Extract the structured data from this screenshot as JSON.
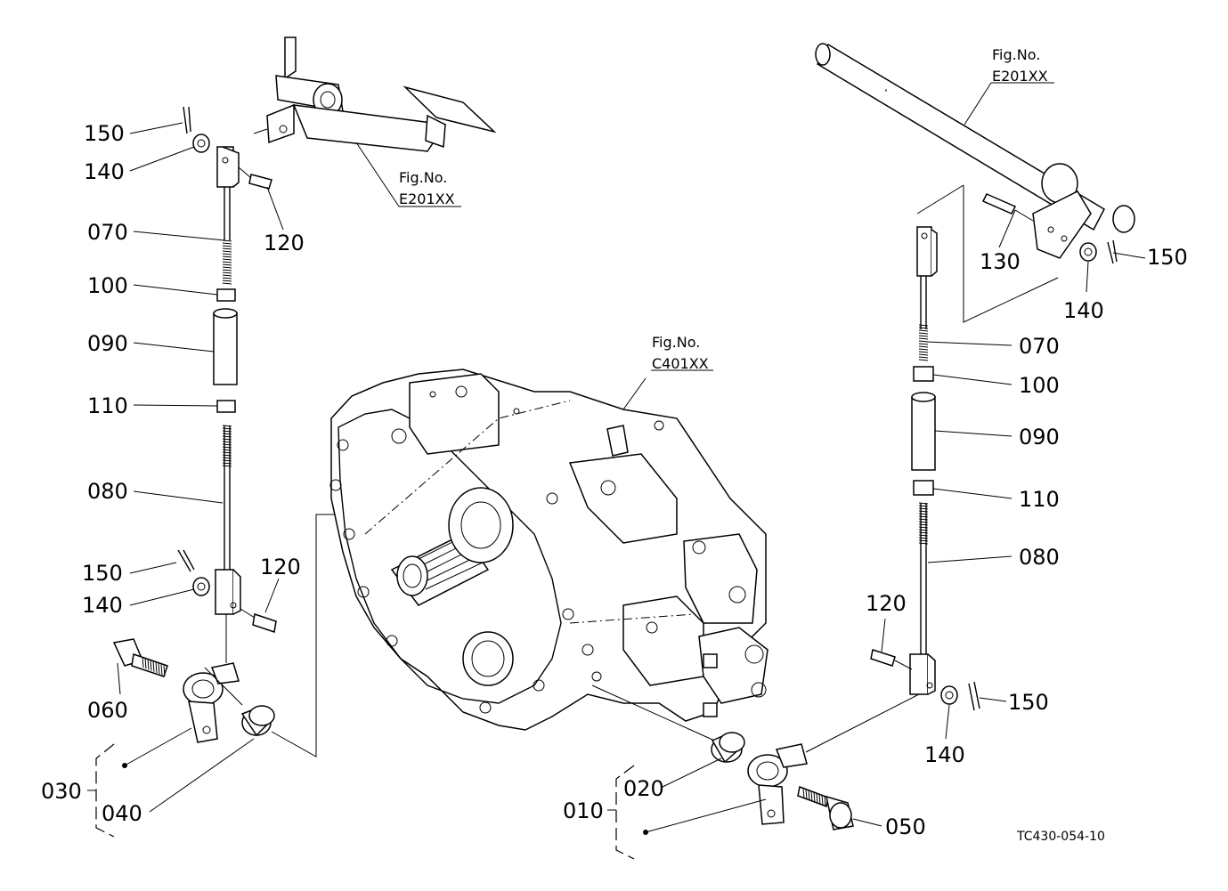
{
  "figure_refs": {
    "left_pedal": {
      "line1": "Fig.No.",
      "line2": "E201XX"
    },
    "right_shaft": {
      "line1": "Fig.No.",
      "line2": "E201XX"
    },
    "transmission": {
      "line1": "Fig.No.",
      "line2": "C401XX"
    }
  },
  "left_labels": {
    "p150_top": "150",
    "p140_top": "140",
    "p120_top": "120",
    "p070": "070",
    "p100": "100",
    "p090": "090",
    "p110": "110",
    "p080": "080",
    "p150_bot": "150",
    "p120_bot": "120",
    "p140_bot": "140",
    "p060": "060",
    "p030": "030",
    "p040": "040"
  },
  "right_labels": {
    "p130": "130",
    "p150_top": "150",
    "p140_top": "140",
    "p070": "070",
    "p100": "100",
    "p090": "090",
    "p110": "110",
    "p080": "080",
    "p120": "120",
    "p150_bot": "150",
    "p140_bot": "140",
    "p010": "010",
    "p020": "020",
    "p050": "050"
  },
  "drawing_code": "TC430-054-10"
}
